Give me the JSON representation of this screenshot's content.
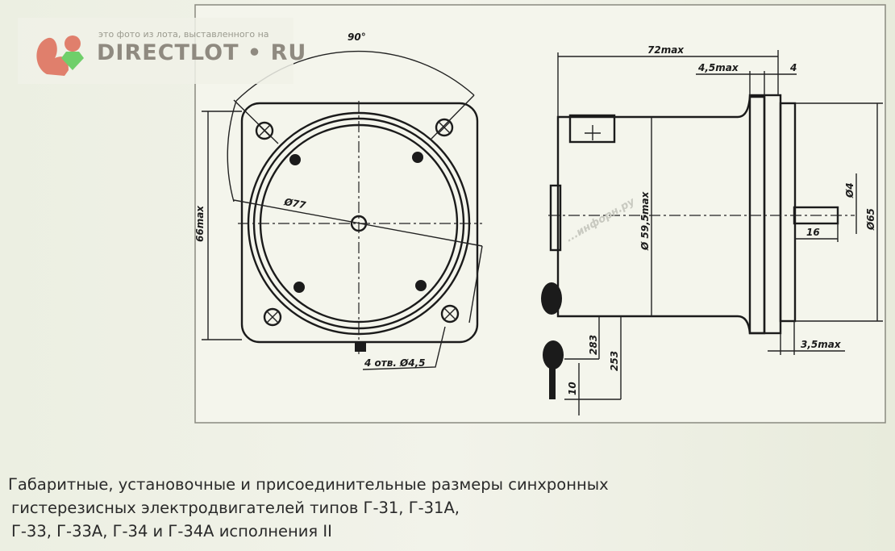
{
  "watermark": {
    "subtitle": "это фото из лота, выставленного на",
    "brand": "DIRECTLOT • RU"
  },
  "front_view": {
    "angle_label": "90°",
    "diameter_label": "Ø77",
    "height_label": "66max",
    "holes_label": "4 отв. Ø4,5"
  },
  "side_view": {
    "length_label": "72max",
    "flange_label": "4,5max",
    "gap_label": "4",
    "body_diameter_label": "Ø 59,5max",
    "shaft_diameter_label": "Ø4",
    "flange_diameter_label": "Ø65",
    "shaft_length_label": "16",
    "plate_label": "3,5max",
    "terminal_label_1": "283",
    "terminal_label_2": "253",
    "terminal_label_3": "10",
    "faint_watermark": "...инфорн.ру"
  },
  "caption": {
    "line1": "Габаритные, установочные и присоединительные размеры синхронных",
    "line2": "гистерезисных электродвигателей типов Г-31, Г-31А,",
    "line3": "Г-33, Г-33А, Г-34 и Г-34А исполнения II"
  }
}
